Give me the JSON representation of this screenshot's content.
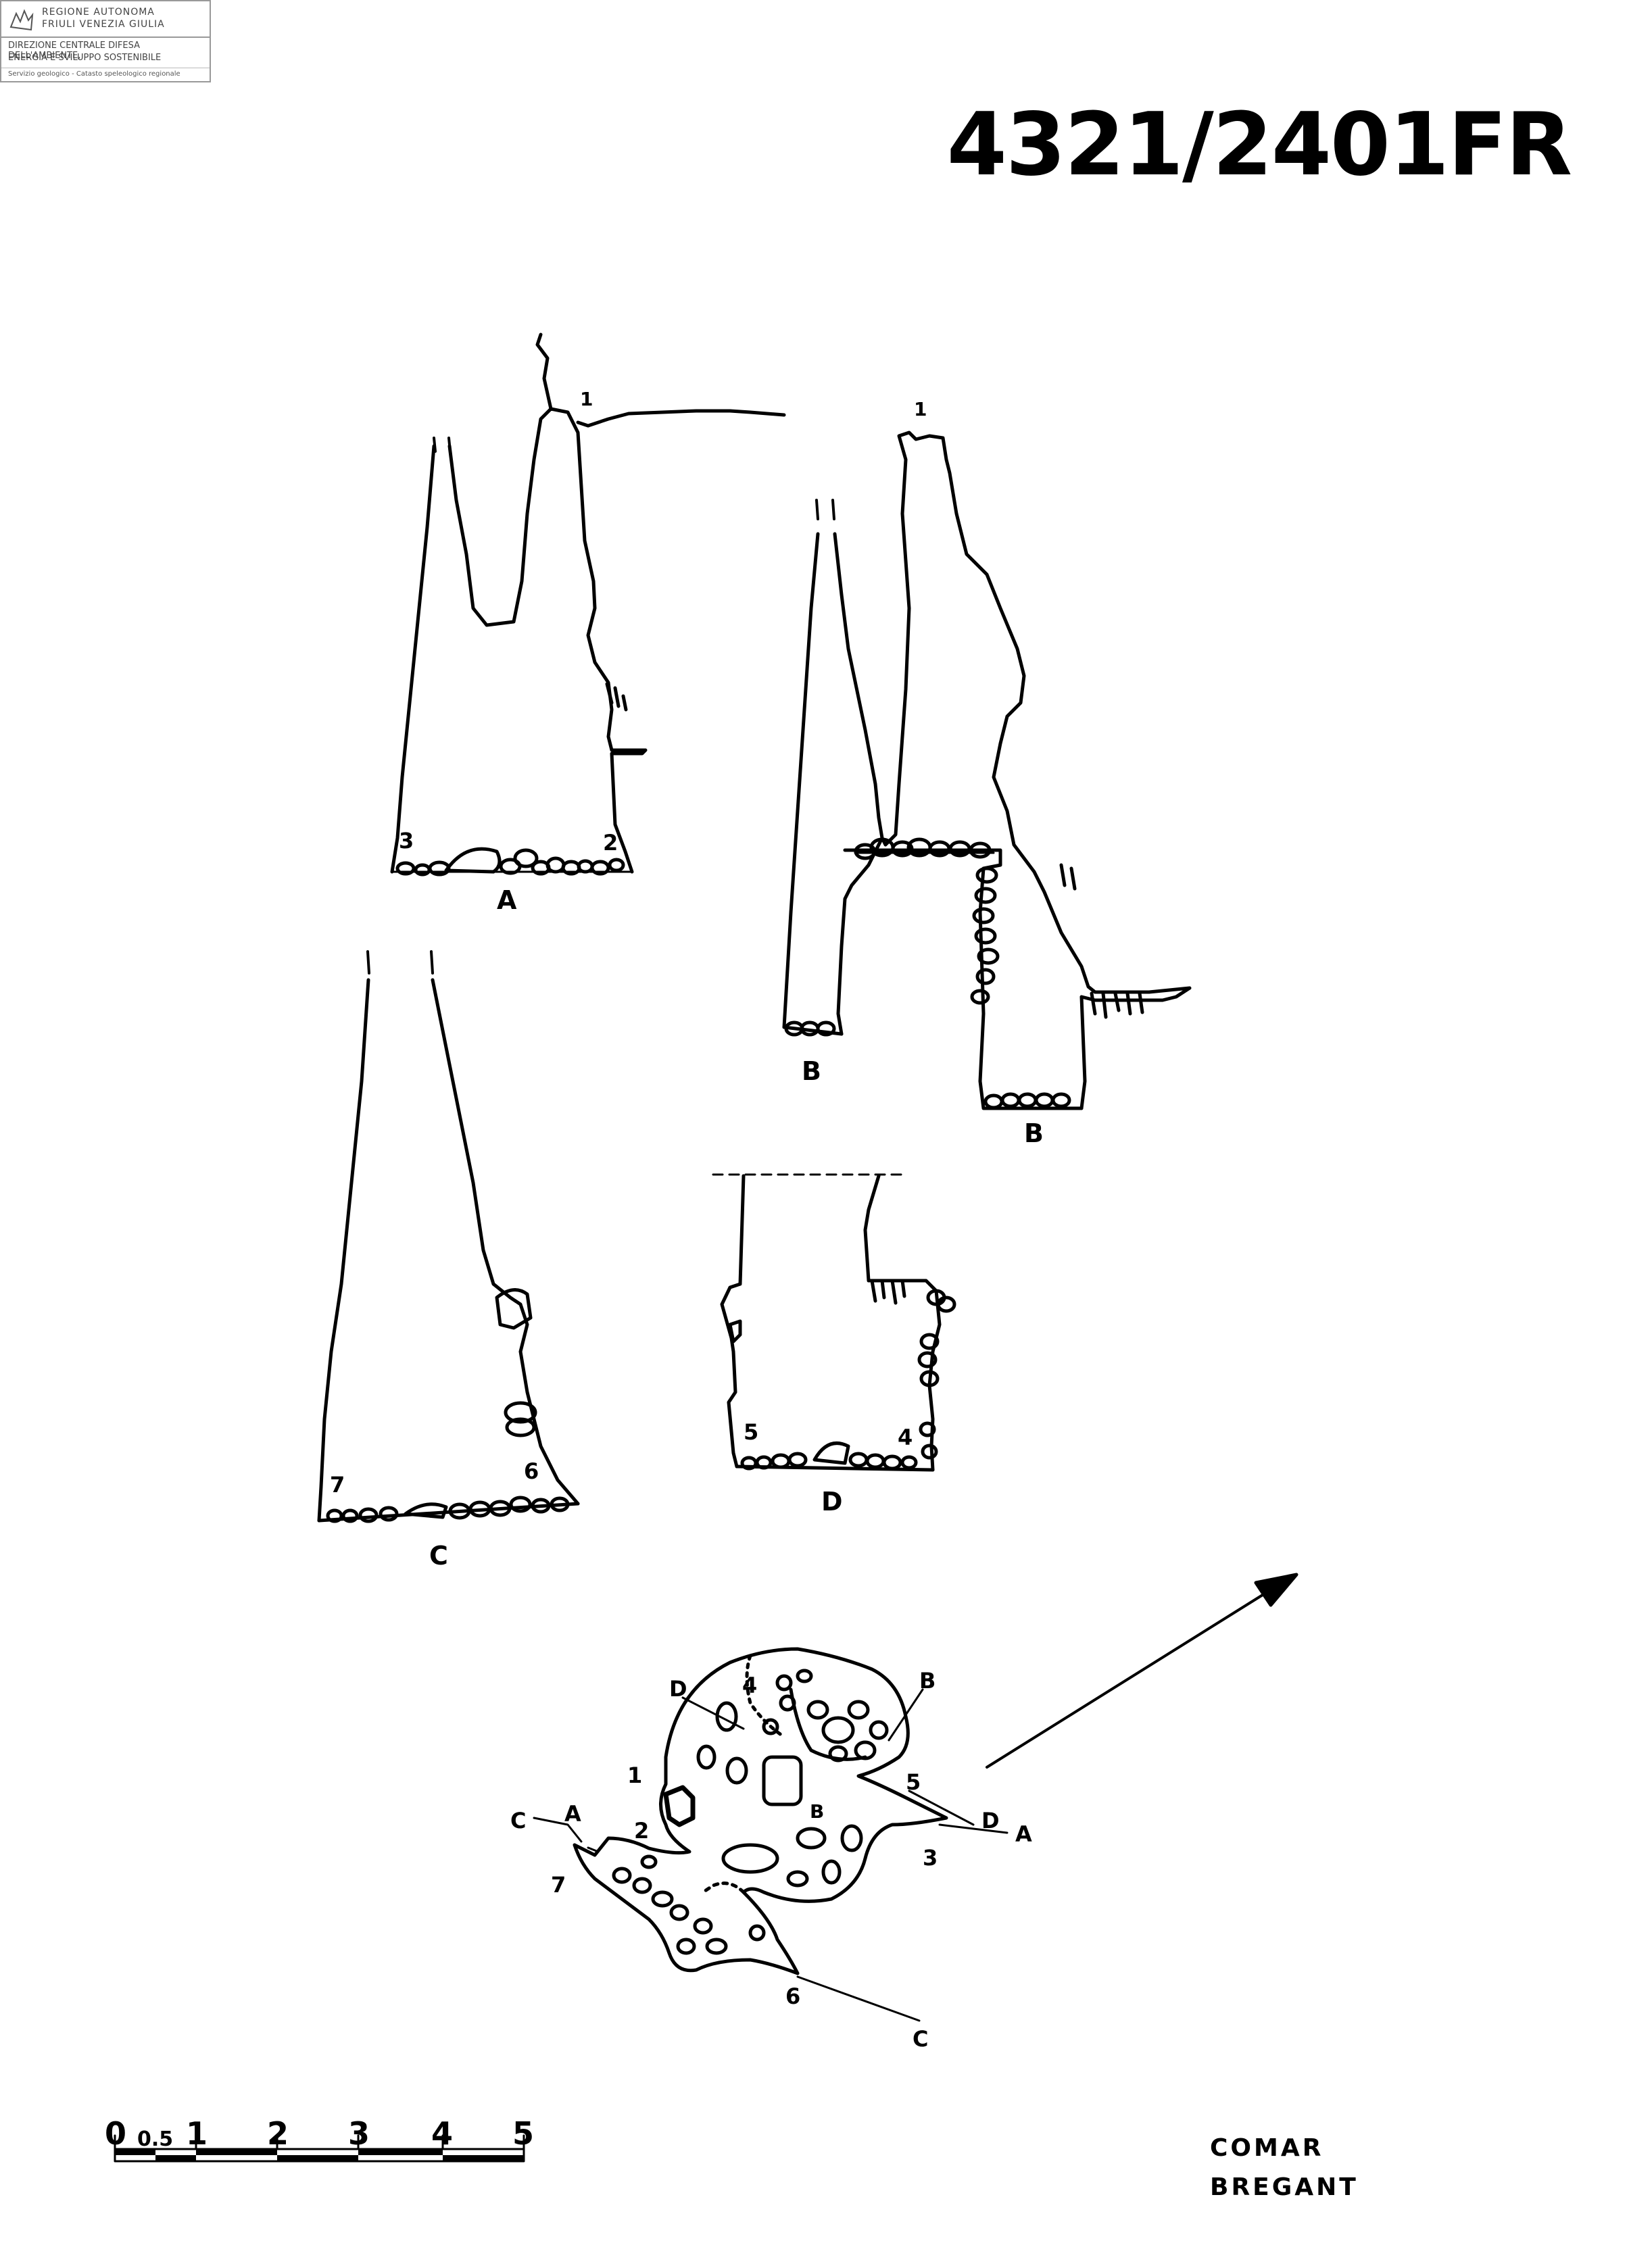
{
  "header": {
    "org_line1": "REGIONE AUTONOMA",
    "org_line2": "FRIULI VENEZIA GIULIA",
    "dept_line1": "DIREZIONE CENTRALE DIFESA DELL'AMBIENTE,",
    "dept_line2": "ENERGIA E SVILUPPO SOSTENIBILE",
    "service_line": "Servizio geologico - Catasto speleologico regionale"
  },
  "title": "4321/2401FR",
  "sections": {
    "A": "A",
    "B": "B",
    "C": "C",
    "D": "D"
  },
  "points": [
    "1",
    "2",
    "3",
    "4",
    "5",
    "6",
    "7"
  ],
  "scale": {
    "labels": [
      "0",
      "0.5",
      "1",
      "2",
      "3",
      "4",
      "5"
    ]
  },
  "authors": [
    "COMAR",
    "BREGANT"
  ]
}
